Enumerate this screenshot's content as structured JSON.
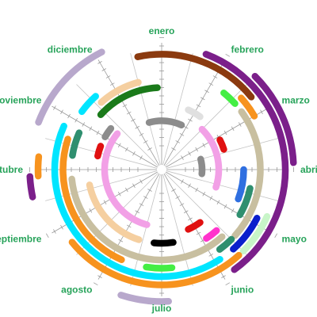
{
  "chart_data": {
    "type": "radial-arc-timeline",
    "title": "",
    "months": [
      "enero",
      "febrero",
      "marzo",
      "abril",
      "mayo",
      "junio",
      "julio",
      "agosto",
      "septiembre",
      "octubre",
      "noviembre",
      "diciembre"
    ],
    "angular_unit": "month (0 = start of enero, 12 = end of diciembre; clockwise from top)",
    "ring_unit": "ring index, 1 = innermost track, 14 = outermost track",
    "series": [
      {
        "ring": 14,
        "start": 1.5,
        "end": 2.9,
        "color": "#7b1f8a"
      },
      {
        "ring": 14,
        "start": 5.9,
        "end": 6.6,
        "color": "#b8a8cc"
      },
      {
        "ring": 14,
        "start": 8.6,
        "end": 8.9,
        "color": "#7b1f8a"
      },
      {
        "ring": 14,
        "start": 9.7,
        "end": 11.1,
        "color": "#b8a8cc"
      },
      {
        "ring": 13,
        "start": 0.7,
        "end": 4.8,
        "color": "#7b1f8a"
      },
      {
        "ring": 13,
        "start": 8.9,
        "end": 9.2,
        "color": "#f7931e"
      },
      {
        "ring": 12,
        "start": 11.6,
        "end": 1.7,
        "color": "#8b3a0f"
      },
      {
        "ring": 12,
        "start": 3.8,
        "end": 4.5,
        "color": "#c8f5c8"
      },
      {
        "ring": 12,
        "start": 4.6,
        "end": 7.7,
        "color": "#f7931e"
      },
      {
        "ring": 11,
        "start": 1.6,
        "end": 2.0,
        "color": "#f7931e"
      },
      {
        "ring": 11,
        "start": 3.9,
        "end": 4.6,
        "color": "#0a1fcc"
      },
      {
        "ring": 11,
        "start": 4.9,
        "end": 9.8,
        "color": "#00e5ff"
      },
      {
        "ring": 10,
        "start": 1.3,
        "end": 1.6,
        "color": "#44ee44"
      },
      {
        "ring": 10,
        "start": 1.8,
        "end": 4.4,
        "color": "#c8bfa0"
      },
      {
        "ring": 10,
        "start": 4.5,
        "end": 4.8,
        "color": "#2f8f6f"
      },
      {
        "ring": 10,
        "start": 5.8,
        "end": 6.3,
        "color": "#44ee44"
      },
      {
        "ring": 10,
        "start": 6.8,
        "end": 9.6,
        "color": "#f7931e"
      },
      {
        "ring": 10,
        "start": 10.2,
        "end": 10.6,
        "color": "#00e5ff"
      },
      {
        "ring": 9,
        "start": 3.4,
        "end": 4.0,
        "color": "#2f8f6f"
      },
      {
        "ring": 9,
        "start": 4.6,
        "end": 8.8,
        "color": "#c8bfa0"
      },
      {
        "ring": 9,
        "start": 9.3,
        "end": 9.8,
        "color": "#2f8f6f"
      },
      {
        "ring": 9,
        "start": 10.6,
        "end": 11.5,
        "color": "#f5cfa0"
      },
      {
        "ring": 8,
        "start": 3.0,
        "end": 3.7,
        "color": "#2f6fe0"
      },
      {
        "ring": 8,
        "start": 4.6,
        "end": 4.9,
        "color": "#ff33cc"
      },
      {
        "ring": 8,
        "start": 10.4,
        "end": 11.9,
        "color": "#1a7a1a"
      },
      {
        "ring": 7,
        "start": 5.7,
        "end": 6.2,
        "color": "#000000"
      },
      {
        "ring": 7,
        "start": 6.6,
        "end": 8.6,
        "color": "#f5cfa0"
      },
      {
        "ring": 6,
        "start": 0.8,
        "end": 1.2,
        "color": "#e0e0e0"
      },
      {
        "ring": 6,
        "start": 2.1,
        "end": 2.4,
        "color": "#e01010"
      },
      {
        "ring": 6,
        "start": 4.8,
        "end": 5.2,
        "color": "#e01010"
      },
      {
        "ring": 6,
        "start": 9.4,
        "end": 9.7,
        "color": "#e01010"
      },
      {
        "ring": 6,
        "start": 10.0,
        "end": 10.3,
        "color": "#8c8c8c"
      },
      {
        "ring": 5,
        "start": 1.5,
        "end": 3.6,
        "color": "#f2a0e6"
      },
      {
        "ring": 5,
        "start": 6.5,
        "end": 10.3,
        "color": "#f2a0e6"
      },
      {
        "ring": 4,
        "start": 11.5,
        "end": 0.8,
        "color": "#8c8c8c"
      },
      {
        "ring": 3,
        "start": 2.5,
        "end": 3.2,
        "color": "#8c8c8c"
      }
    ],
    "grid": true,
    "legend": "none"
  }
}
